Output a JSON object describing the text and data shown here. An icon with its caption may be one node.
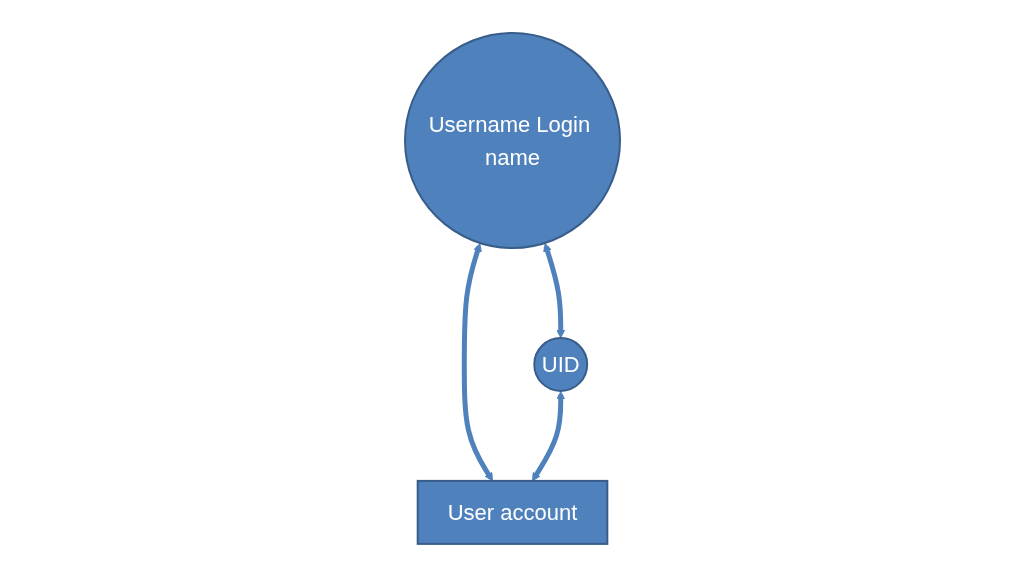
{
  "diagram": {
    "nodes": [
      {
        "text": [
          "User account"
        ]
      },
      {
        "text": [
          "Username Login name"
        ]
      },
      {
        "text": [
          "UID"
        ]
      }
    ],
    "edges": [
      {
        "from": 1,
        "to": 0,
        "arrow": "both"
      },
      {
        "from": 2,
        "to": 0,
        "arrow": "both"
      },
      {
        "from": 1,
        "to": 2,
        "arrow": "both"
      }
    ]
  }
}
